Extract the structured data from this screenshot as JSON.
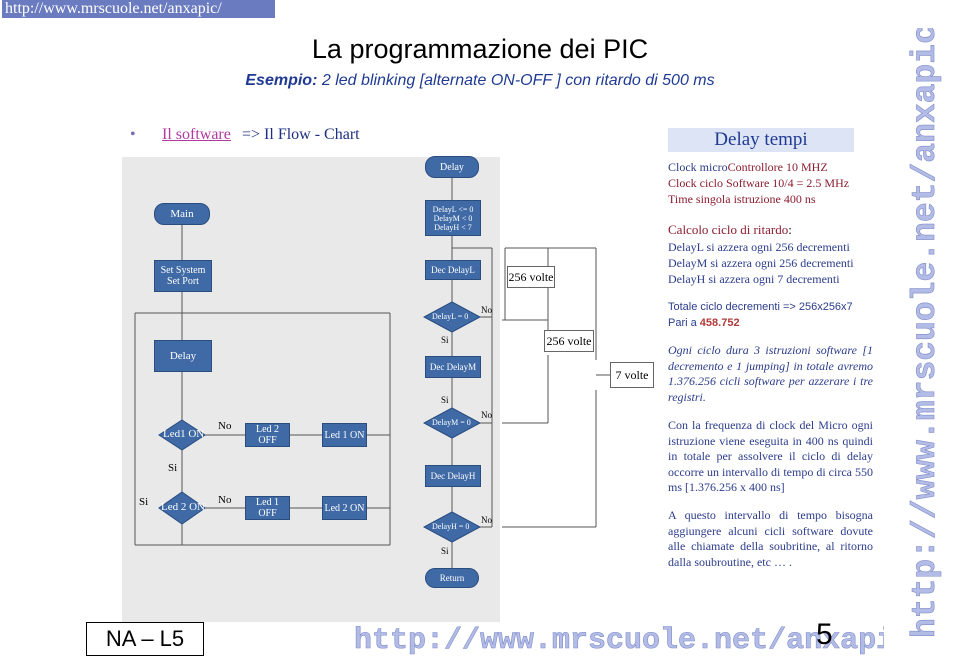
{
  "watermark": {
    "url": "http://www.mrscuole.net/anxapic/"
  },
  "header": {
    "title": "La programmazione dei PIC",
    "subtitle_label": "Esempio:",
    "subtitle_rest": "2 led blinking [alternate ON-OFF ] con ritardo di 500 ms"
  },
  "bullet": {
    "link": "Il software ",
    "rest": "=> Il Flow - Chart"
  },
  "flowchart": {
    "main": {
      "main": "Main",
      "setup": "Set System Set Port",
      "delay": "Delay",
      "led1on": "Led1 ON",
      "led2on": "Led 2 ON",
      "led2off": "Led 2 OFF",
      "led1on_b": "Led 1 ON",
      "led1off": "Led 1 OFF",
      "led2on_b": "Led 2 ON"
    },
    "delay": {
      "title": "Delay",
      "init": "DelayL <= 0 DelayM < 0 DelayH < 7",
      "decl": "Dec DelayL",
      "testl": "DelayL = 0",
      "decm": "Dec DelayM",
      "testm": "DelayM = 0",
      "dech": "Dec DelayH",
      "testh": "DelayH = 0",
      "ret": "Return"
    },
    "labels": {
      "yes": "Si",
      "no": "No"
    },
    "counts": {
      "c1": "256 volte",
      "c2": "256 volte",
      "c3": "7 volte"
    }
  },
  "right": {
    "title": "Delay tempi",
    "clock1_a": "Clock micro",
    "clock1_b": "Controllore 10 MHZ",
    "clock2": "Clock ciclo Software 10/4 = 2.5 MHz",
    "clock3": "Time singola istruzione 400 ns",
    "calc_title": "Calcolo ciclo di ritardo",
    "calc_colon": ":",
    "calc1": "DelayL  si azzera ogni 256 decrementi",
    "calc2": "DelayM si azzera ogni 256 decrementi",
    "calc3": "DelayH si azzera ogni 7 decrementi",
    "tot1": "Totale ciclo decrementi => 256x256x7",
    "tot2_a": "Pari a ",
    "tot2_b": "458.752",
    "para1": "Ogni ciclo dura 3 istruzioni software [1 decremento e 1 jumping] in totale avremo 1.376.256 cicli software per azzerare i tre registri.",
    "para2": "Con la frequenza di clock del Micro ogni istruzione viene eseguita in 400 ns quindi in totale per assolvere il ciclo di delay occorre un intervallo di tempo di circa 550 ms [1.376.256 x 400 ns]",
    "para3": "A questo intervallo di tempo bisogna aggiungere alcuni cicli software dovute alle chiamate della soubritine, al ritorno dalla soubroutine, etc … ."
  },
  "footer": {
    "code": "NA – L5",
    "page": "5"
  },
  "colors": {
    "box": "#3f6aa6",
    "navy": "#2b3c8b",
    "maroon": "#8b1d2f",
    "subtitle": "#1f3a93"
  }
}
